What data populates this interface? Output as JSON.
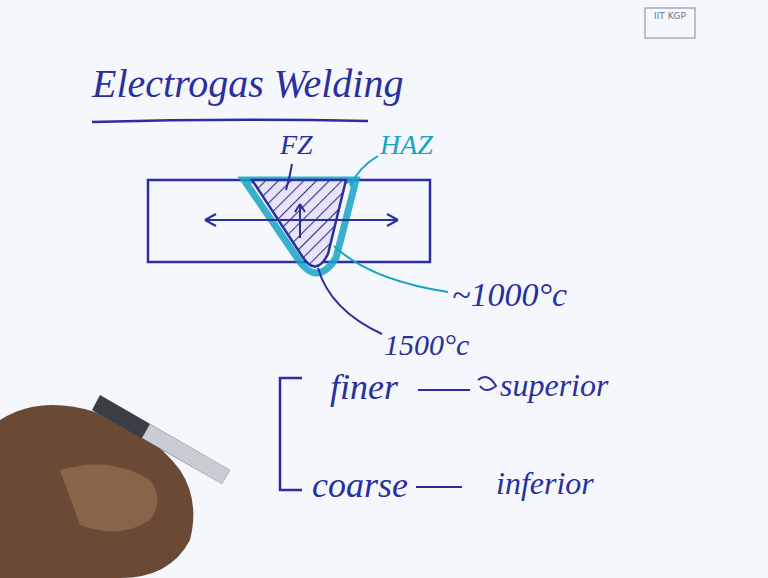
{
  "diagram": {
    "title": "Electrogas Welding",
    "labels": [
      "IIT KGP",
      "FZ",
      "HAZ",
      "~1000°c",
      "1500°c",
      "finer",
      "superior",
      "coarse",
      "inferior"
    ]
  }
}
